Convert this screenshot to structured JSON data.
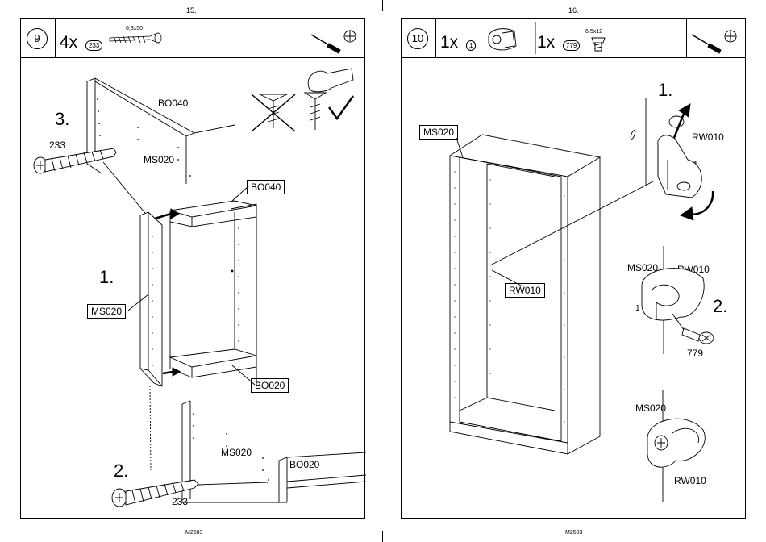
{
  "left_page": {
    "page_number": "15.",
    "step": "9",
    "qty": "4x",
    "part_badge": "233",
    "screw_size": "6,3x50",
    "labels": {
      "bo040_top": "BO040",
      "ms020_top": "MS020",
      "num_233_top": "233",
      "bo040_box": "BO040",
      "ms020_box": "MS020",
      "bo020_box": "BO020",
      "ms020_bottom": "MS020",
      "bo020_bottom": "BO020",
      "num_233_bottom": "233"
    },
    "steps": {
      "s1": "1.",
      "s2": "2.",
      "s3": "3."
    },
    "footer": "M2583"
  },
  "right_page": {
    "page_number": "16.",
    "step": "10",
    "qty_a": "1x",
    "part_badge_a": "1",
    "qty_b": "1x",
    "part_badge_b": "779",
    "screw_size": "6,5x12",
    "labels": {
      "ms020_box": "MS020",
      "rw010_box": "RW010",
      "rw010_top": "RW010",
      "one_top": "1",
      "ms020_mid": "MS020",
      "rw010_mid": "RW010",
      "one_mid": "1",
      "num_779": "779",
      "ms020_bottom": "MS020",
      "rw010_bottom": "RW010"
    },
    "steps": {
      "s1": "1.",
      "s2": "2."
    },
    "footer": "M2583"
  },
  "icons": {
    "tools": "screwdriver-icon",
    "phillips": "phillips-head-icon",
    "no_hammer": "crossed-screw-icon",
    "hand_screw": "hand-press-icon",
    "check": "check-mark-icon"
  }
}
